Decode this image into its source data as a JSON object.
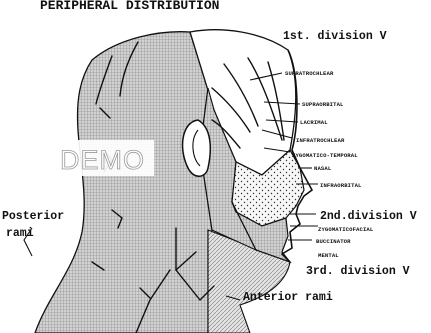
{
  "title": "PERIPHERAL DISTRIBUTION",
  "watermark": "DEMO",
  "labels": {
    "div1": "1st. division V",
    "div2": "2nd.division V",
    "div3": "3rd. division V",
    "posterior_line1": "Posterior",
    "posterior_line2": "rami",
    "anterior": "Anterior rami",
    "supratrochlear": "SUPRATROCHLEAR",
    "supraorbital": "SUPRAORBITAL",
    "lacrimal": "LACRIMAL",
    "infratrochlear": "INFRATROCHLEAR",
    "zygomaticotemporal": "ZYGOMATICO-TEMPORAL",
    "nasal": "NASAL",
    "infraorbital": "INFRAORBITAL",
    "zygomaticofacial": "ZYGOMATICOFACIAL",
    "buccinator": "BUCCINATOR",
    "mental": "MENTAL"
  },
  "colors": {
    "ink": "#111111",
    "posterior_fill": "#b8b8b8",
    "div2_fill": "#f4f4f4"
  }
}
